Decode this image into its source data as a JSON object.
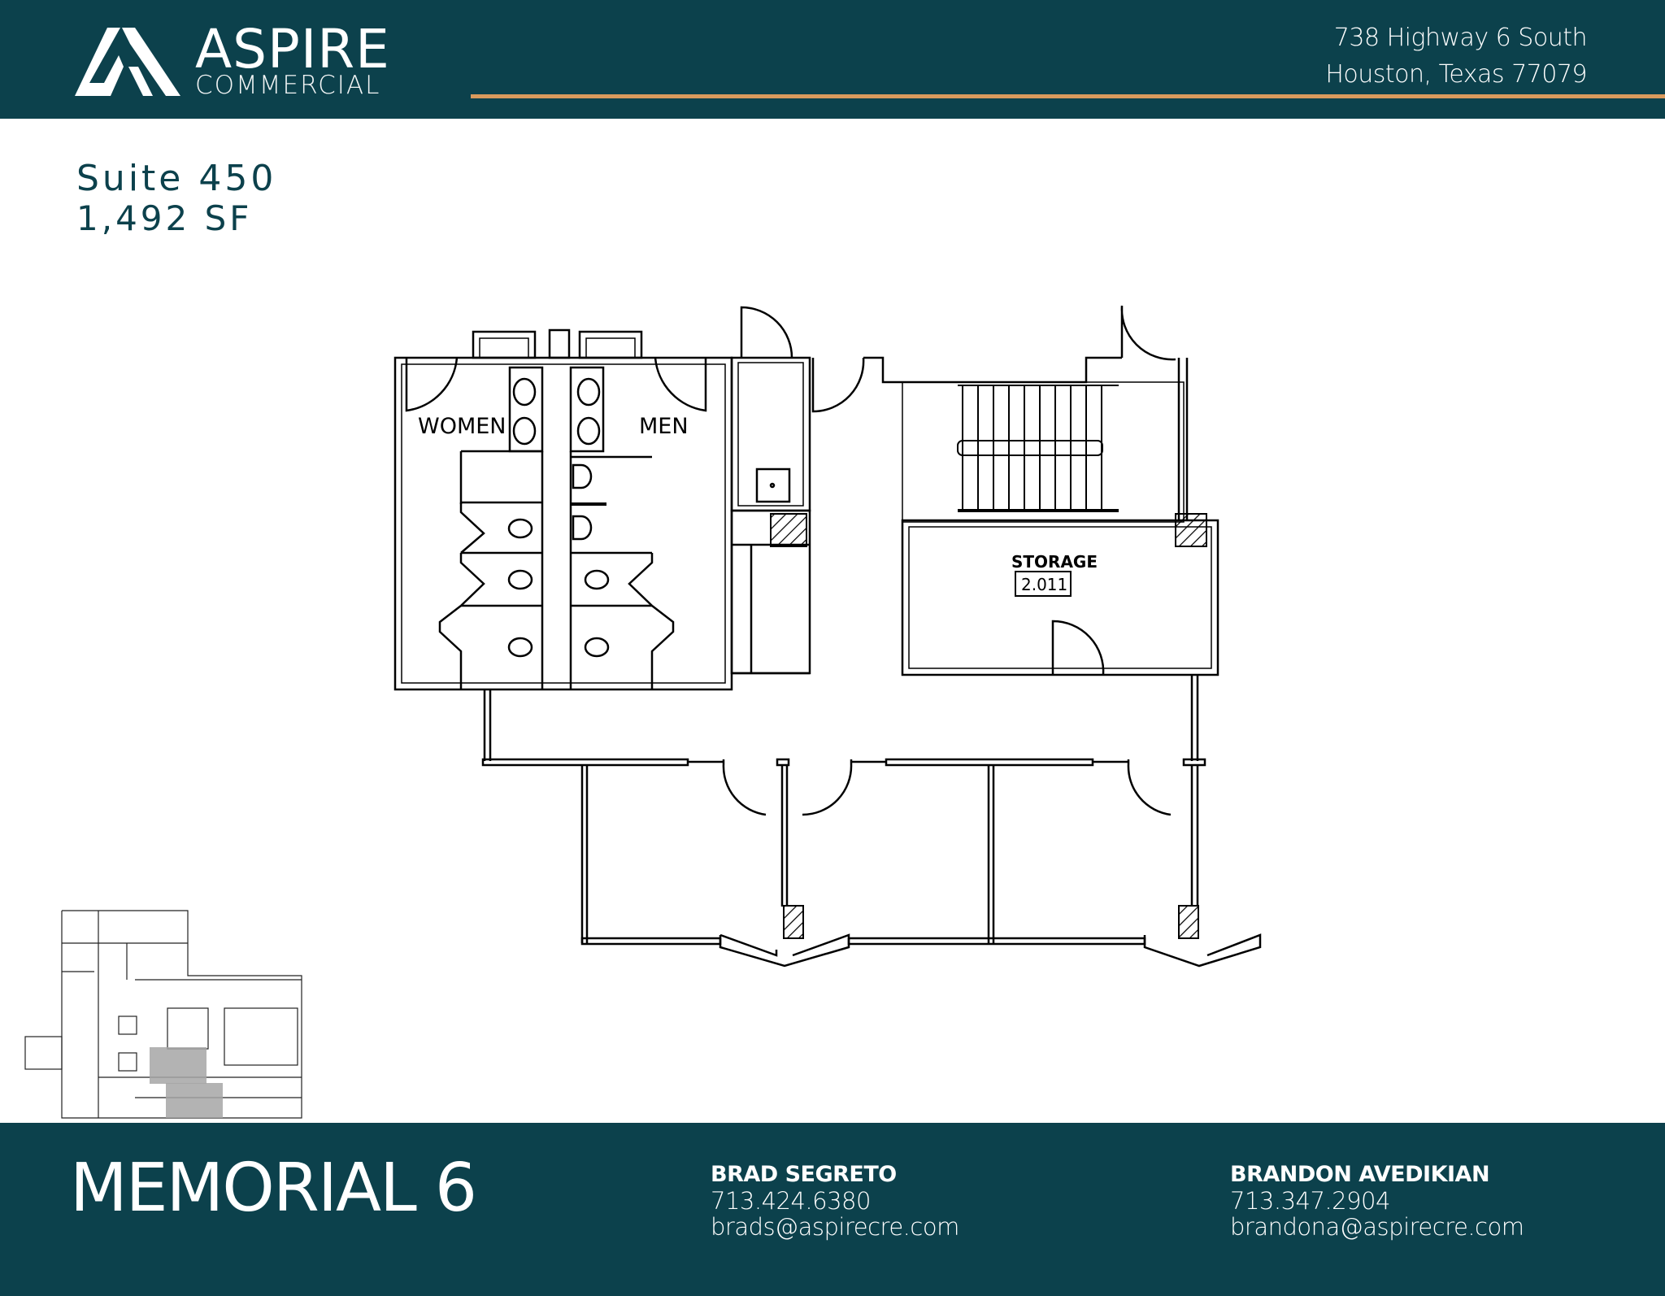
{
  "header": {
    "brand": {
      "word": "ASPIRE",
      "sub": "COMMERCIAL"
    },
    "address": {
      "line1": "738 Highway 6 South",
      "line2": "Houston, Texas 77079"
    },
    "colors": {
      "background": "#0c414c",
      "accent": "#d99a5d",
      "text": "#ffffff"
    }
  },
  "suite": {
    "name": "Suite 450",
    "area": "1,492 SF"
  },
  "floorplan": {
    "rooms": [
      {
        "label": "WOMEN"
      },
      {
        "label": "MEN"
      },
      {
        "label": "STORAGE",
        "number": "2.011"
      }
    ]
  },
  "keyplan": {
    "highlight_color": "#a6a6a6"
  },
  "footer": {
    "building": "MEMORIAL 6",
    "contacts": [
      {
        "name": "BRAD SEGRETO",
        "phone": "713.424.6380",
        "email": "brads@aspirecre.com"
      },
      {
        "name": "BRANDON AVEDIKIAN",
        "phone": "713.347.2904",
        "email": "brandona@aspirecre.com"
      }
    ]
  }
}
